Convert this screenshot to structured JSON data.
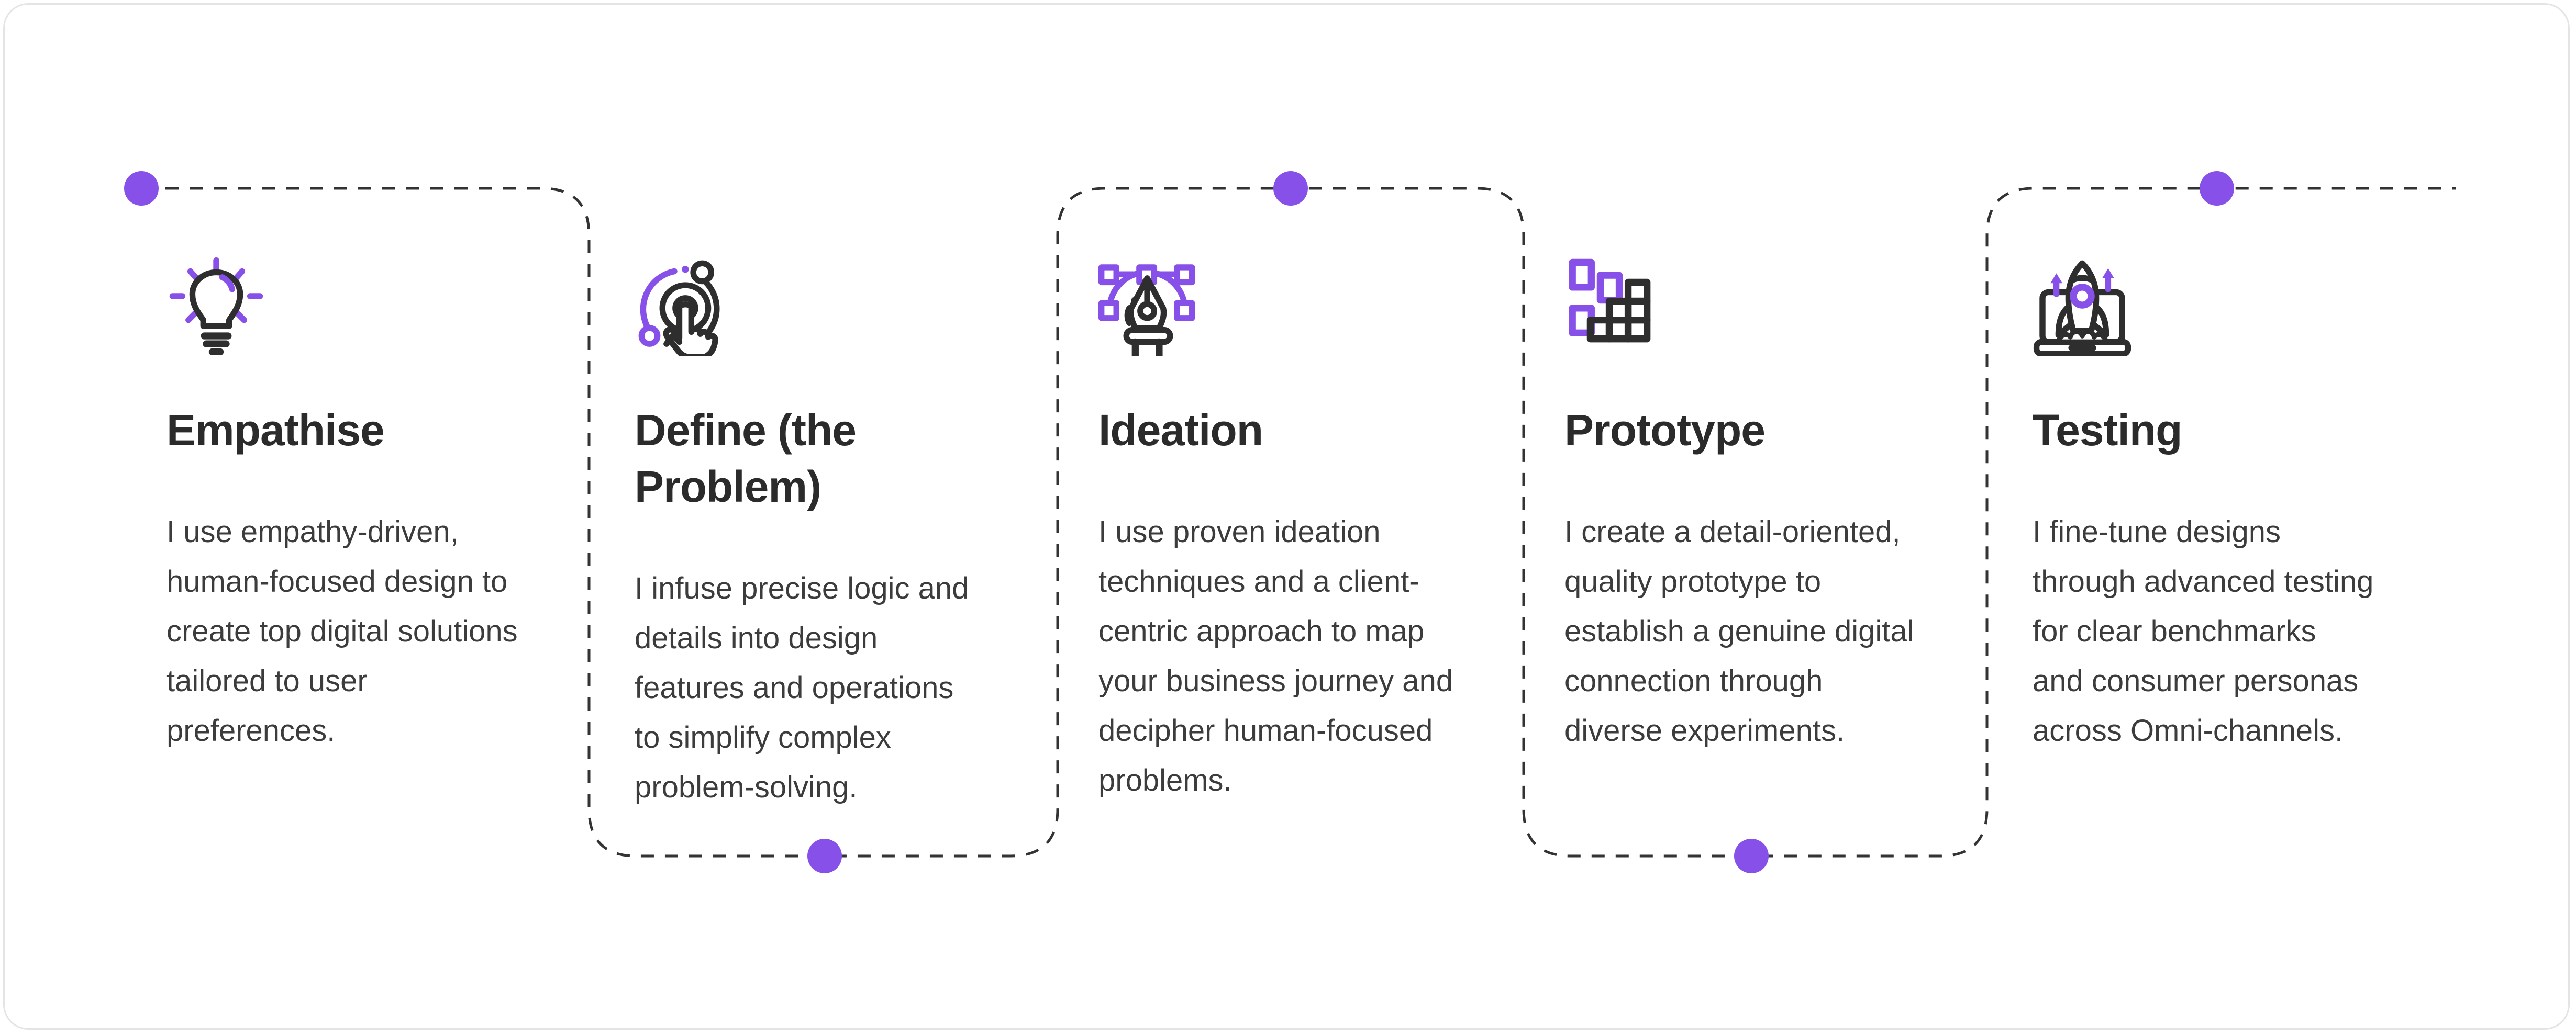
{
  "colors": {
    "accent_purple": "#8750e8",
    "line_dark": "#333333",
    "frame_border": "#e4e4e4",
    "title_text": "#2b2b2b",
    "body_text": "#3c3c3c"
  },
  "steps": [
    {
      "title": "Empathise",
      "description": "I use empathy-driven,\nhuman-focused design to\ncreate top digital solutions\ntailored to user\npreferences.",
      "icon": "lightbulb-icon"
    },
    {
      "title": "Define (the\nProblem)",
      "description": "I infuse precise logic and\ndetails into design\nfeatures and operations\nto simplify complex\nproblem-solving.",
      "icon": "touch-target-icon"
    },
    {
      "title": "Ideation",
      "description": "I use proven ideation\ntechniques and a client-\ncentric approach to map\nyour business journey and\ndecipher human-focused\nproblems.",
      "icon": "pen-tool-icon"
    },
    {
      "title": "Prototype",
      "description": "I create a detail-oriented,\nquality prototype to\nestablish a genuine digital\nconnection through\ndiverse experiments.",
      "icon": "blocks-icon"
    },
    {
      "title": "Testing",
      "description": "I fine-tune designs\nthrough advanced testing\nfor clear benchmarks\nand consumer personas\nacross Omni-channels.",
      "icon": "rocket-launch-icon"
    }
  ]
}
